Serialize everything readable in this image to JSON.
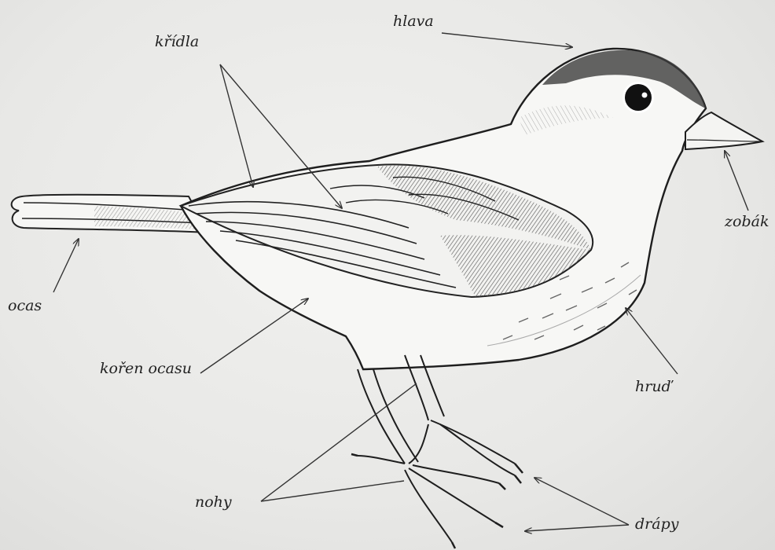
{
  "labels": {
    "head": "hlava",
    "wings": "křídla",
    "beak": "zobák",
    "tail": "ocas",
    "tail_base": "kořen ocasu",
    "chest": "hruď",
    "legs": "nohy",
    "claws": "drápy"
  },
  "colors": {
    "paper": "#ecece9",
    "ink": "#222222",
    "shade": "#4a4a4a",
    "light_shade": "#9a9a9a"
  }
}
